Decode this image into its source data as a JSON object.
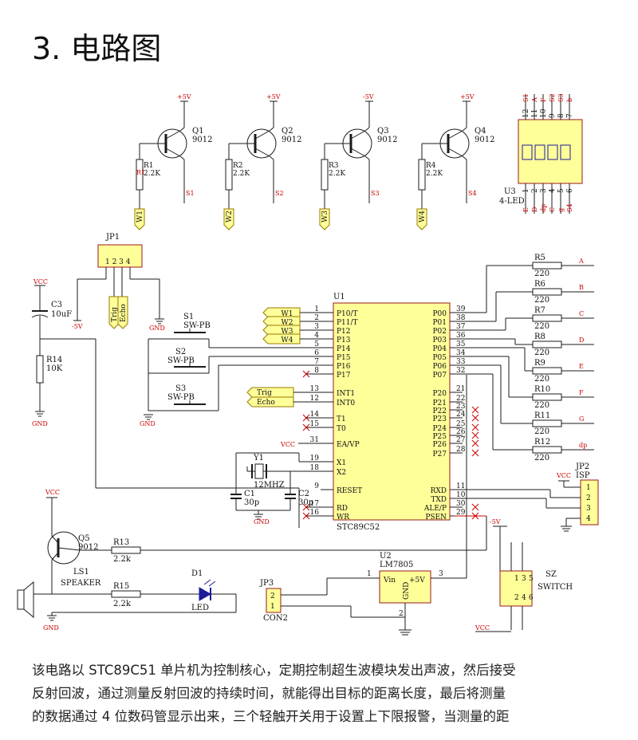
{
  "heading": "3. 电路图",
  "labels": {
    "vplus5": "+5V",
    "vminus5": "-5V",
    "vcc": "VCC",
    "gnd": "GND",
    "minus5v": "-5V",
    "q1": "Q1",
    "q2": "Q2",
    "q3": "Q3",
    "q4": "Q4",
    "q5": "Q5",
    "t9012": "9012",
    "r1": "R1",
    "r2": "R2",
    "r3": "R3",
    "r4": "R4",
    "r22k": "2.2K",
    "r13": "R13",
    "r15": "R15",
    "r22k_lower": "2.2k",
    "r14": "R14",
    "r10k": "10K",
    "c3": "C3",
    "c3v": "10uF",
    "s1": "S1",
    "s2": "S2",
    "s3": "S3",
    "s4": "S4",
    "w1": "W1",
    "w2": "W2",
    "w3": "W3",
    "w4": "W4",
    "jp1": "JP1",
    "trig": "Trig",
    "echo": "Echo",
    "swpb": "SW-PB",
    "u1": "U1",
    "mcu": "STC89C52",
    "y1": "Y1",
    "y1v": "12MHZ",
    "c1": "C1",
    "c2": "C2",
    "c30p": "30p",
    "u3": "U3",
    "u3v": "4-LED",
    "jp2": "JP2",
    "isp": "ISP",
    "u2": "U2",
    "u2v": "LM7805",
    "vin": "Vin",
    "v5": "+5V",
    "jp3": "JP3",
    "con2": "CON2",
    "sz": "SZ",
    "switch": "SWITCH",
    "ls1": "LS1",
    "speaker": "SPEAKER",
    "d1": "D1",
    "led": "LED"
  },
  "mcu_left_pins": [
    {
      "num": "1",
      "name": "P10/T"
    },
    {
      "num": "2",
      "name": "P11/T"
    },
    {
      "num": "3",
      "name": "P12"
    },
    {
      "num": "4",
      "name": "P13"
    },
    {
      "num": "5",
      "name": "P14"
    },
    {
      "num": "6",
      "name": "P15"
    },
    {
      "num": "7",
      "name": "P16"
    },
    {
      "num": "8",
      "name": "P17"
    },
    {
      "num": "13",
      "name": "INT1"
    },
    {
      "num": "12",
      "name": "INT0"
    },
    {
      "num": "14",
      "name": "T1"
    },
    {
      "num": "15",
      "name": "T0"
    },
    {
      "num": "31",
      "name": "EA/VP"
    },
    {
      "num": "19",
      "name": "X1"
    },
    {
      "num": "18",
      "name": "X2"
    },
    {
      "num": "9",
      "name": "RESET"
    },
    {
      "num": "17",
      "name": "RD"
    },
    {
      "num": "16",
      "name": "WR"
    }
  ],
  "mcu_right_pins": [
    {
      "num": "39",
      "name": "P00"
    },
    {
      "num": "38",
      "name": "P01"
    },
    {
      "num": "37",
      "name": "P02"
    },
    {
      "num": "36",
      "name": "P03"
    },
    {
      "num": "35",
      "name": "P04"
    },
    {
      "num": "34",
      "name": "P05"
    },
    {
      "num": "33",
      "name": "P06"
    },
    {
      "num": "32",
      "name": "P07"
    },
    {
      "num": "21",
      "name": "P20"
    },
    {
      "num": "22",
      "name": "P21"
    },
    {
      "num": "23",
      "name": "P22"
    },
    {
      "num": "24",
      "name": "P23"
    },
    {
      "num": "25",
      "name": "P24"
    },
    {
      "num": "26",
      "name": "P25"
    },
    {
      "num": "27",
      "name": "P26"
    },
    {
      "num": "28",
      "name": "P27"
    },
    {
      "num": "11",
      "name": "RXD"
    },
    {
      "num": "10",
      "name": "TXD"
    },
    {
      "num": "30",
      "name": "ALE/P"
    },
    {
      "num": "29",
      "name": "PSEN"
    }
  ],
  "seg_resistors": [
    {
      "ref": "R5",
      "val": "220",
      "net": "A"
    },
    {
      "ref": "R6",
      "val": "220",
      "net": "B"
    },
    {
      "ref": "R7",
      "val": "220",
      "net": "C"
    },
    {
      "ref": "R8",
      "val": "220",
      "net": "D"
    },
    {
      "ref": "R9",
      "val": "220",
      "net": "E"
    },
    {
      "ref": "R10",
      "val": "220",
      "net": "F"
    },
    {
      "ref": "R11",
      "val": "220",
      "net": "G"
    },
    {
      "ref": "R12",
      "val": "220",
      "net": "dp"
    }
  ],
  "led_top_pins": [
    "12",
    "11",
    "10",
    "9",
    "8",
    "7"
  ],
  "led_top_nets": [
    "S1",
    "A",
    "F",
    "S2",
    "S3",
    "b"
  ],
  "led_bottom_pins": [
    "1",
    "2",
    "3",
    "4",
    "5",
    "6"
  ],
  "led_bottom_nets": [
    "E",
    "D",
    "dp",
    "C",
    "g",
    "S4"
  ],
  "paragraph": [
    "该电路以 STC89C51 单片机为控制核心，定期控制超生波模块发出声波，然后接受",
    "反射回波，通过测量反射回波的持续时间，就能得出目标的距离长度，最后将测量",
    "的数据通过 4 位数码管显示出来，三个轻触开关用于设置上下限报警，当测量的距"
  ]
}
